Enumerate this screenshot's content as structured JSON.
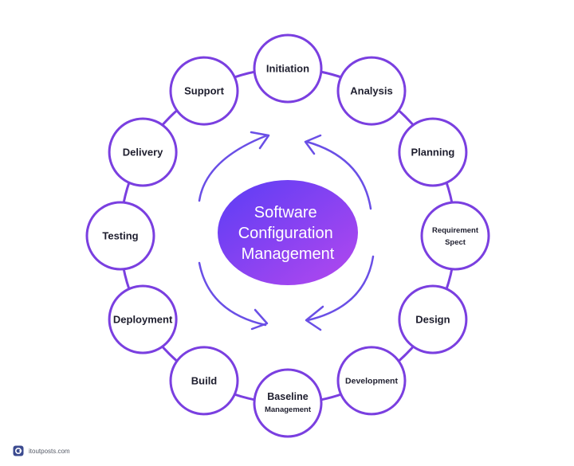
{
  "center": {
    "lines": [
      "Software",
      "Configuration",
      "Management"
    ]
  },
  "nodes": [
    {
      "lines": [
        "Initiation"
      ]
    },
    {
      "lines": [
        "Analysis"
      ]
    },
    {
      "lines": [
        "Planning"
      ]
    },
    {
      "lines": [
        "Requirement",
        "Spect"
      ]
    },
    {
      "lines": [
        "Design"
      ]
    },
    {
      "lines": [
        "Development"
      ]
    },
    {
      "lines": [
        "Baseline",
        "Management"
      ]
    },
    {
      "lines": [
        "Build"
      ]
    },
    {
      "lines": [
        "Deployment"
      ]
    },
    {
      "lines": [
        "Testing"
      ]
    },
    {
      "lines": [
        "Delivery"
      ]
    },
    {
      "lines": [
        "Support"
      ]
    }
  ],
  "footer": {
    "source": "itoutposts.com"
  },
  "colors": {
    "accent": "#7a3fe0",
    "center_gradient_start": "#5b3df5",
    "center_gradient_end": "#b448ee",
    "text": "#1e1e2e"
  }
}
